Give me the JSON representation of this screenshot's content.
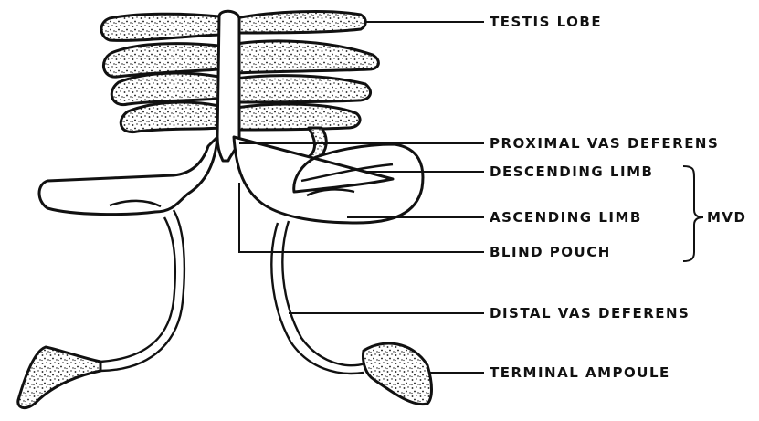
{
  "labels": {
    "testis_lobe": "TESTIS LOBE",
    "proximal_vas_deferens": "PROXIMAL VAS DEFERENS",
    "descending_limb": "DESCENDING LIMB",
    "ascending_limb": "ASCENDING LIMB",
    "blind_pouch": "BLIND POUCH",
    "mvd": "MVD",
    "distal_vas_deferens": "DISTAL VAS DEFERENS",
    "terminal_ampoule": "TERMINAL AMPOULE"
  },
  "colors": {
    "ink": "#111111",
    "paper": "#ffffff"
  }
}
